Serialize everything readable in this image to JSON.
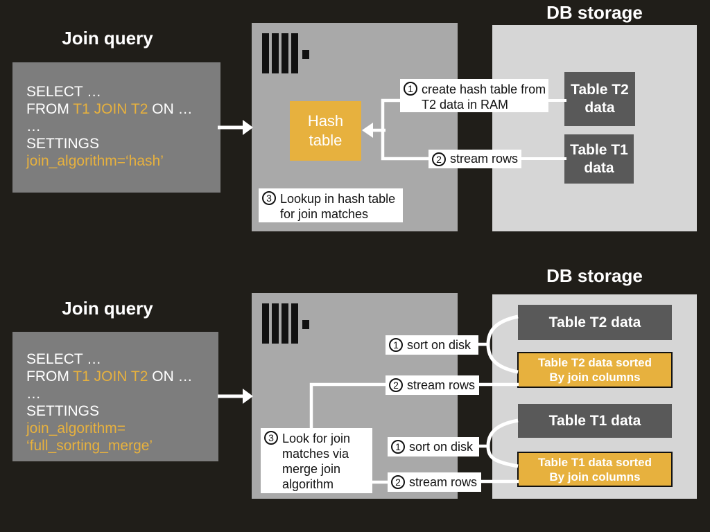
{
  "colors": {
    "background": "#201e19",
    "panel_gray": "#7d7d7d",
    "server_gray": "#a9a9a9",
    "storage_gray": "#d6d6d6",
    "table_dark": "#595959",
    "accent": "#e7b13e"
  },
  "sections": {
    "hash": {
      "title": "Join query",
      "db_title": "DB storage",
      "query": {
        "l1": "SELECT …",
        "l2a": "FROM ",
        "l2b": "T1 JOIN T2",
        "l2c": " ON …",
        "l3": "…",
        "l4": "SETTINGS",
        "l5": "join_algorithm=‘hash’"
      },
      "hash_table": "Hash table",
      "t2_box": "Table T2 data",
      "t1_box": "Table T1 data",
      "step1": {
        "num": "1",
        "lines": [
          "create hash table from",
          "T2 data in RAM"
        ]
      },
      "step2": {
        "num": "2",
        "text": "stream rows"
      },
      "step3": {
        "num": "3",
        "lines": [
          "Lookup in hash table",
          "for join matches"
        ]
      }
    },
    "merge": {
      "title": "Join query",
      "db_title": "DB storage",
      "query": {
        "l1": "SELECT …",
        "l2a": "FROM ",
        "l2b": "T1 JOIN T2",
        "l2c": " ON …",
        "l3": "…",
        "l4": "SETTINGS",
        "l5": "join_algorithm=",
        "l6": "‘full_sorting_merge’"
      },
      "t2_box": "Table T2 data",
      "t2_sorted": {
        "l1": "Table T2 data sorted",
        "l2": "By join columns"
      },
      "t1_box": "Table T1 data",
      "t1_sorted": {
        "l1": "Table T1 data sorted",
        "l2": "By join columns"
      },
      "sort_t2": {
        "num": "1",
        "text": "sort on disk"
      },
      "stream_t2": {
        "num": "2",
        "text": "stream rows"
      },
      "sort_t1": {
        "num": "1",
        "text": "sort on disk"
      },
      "stream_t1": {
        "num": "2",
        "text": "stream rows"
      },
      "step3": {
        "num": "3",
        "lines": [
          "Look for join",
          "matches via",
          "merge join",
          "algorithm"
        ]
      }
    }
  }
}
